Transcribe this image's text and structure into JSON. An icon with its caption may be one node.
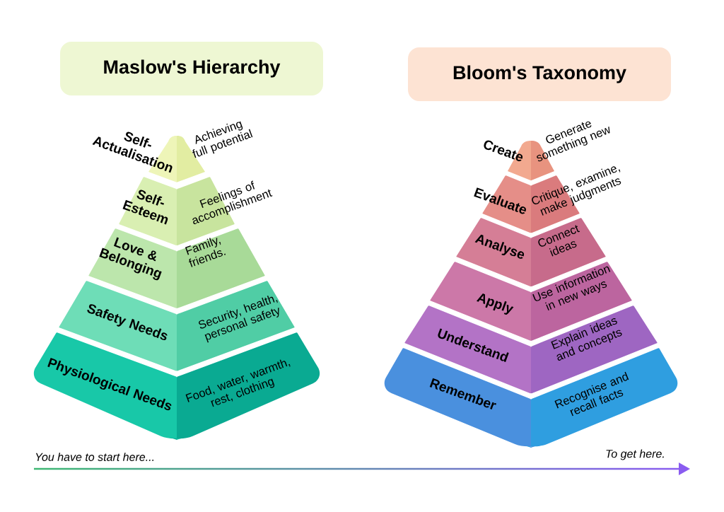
{
  "diagram": {
    "nodes": [
      {
        "text": [
          "Maslow's Hierarchy"
        ]
      },
      {
        "text": [
          "Self-Actualisation",
          "Achieving full potential"
        ]
      },
      {
        "text": [
          "Self-Esteem",
          "Feelings of accomplishment"
        ]
      },
      {
        "text": [
          "Love & Belonging",
          "Family, friends."
        ]
      },
      {
        "text": [
          "Safety Needs",
          "Security, health, personal safety"
        ]
      },
      {
        "text": [
          "Physiological Needs",
          "Food, water, warmth, rest, clothing"
        ]
      },
      {
        "text": [
          "Bloom's Taxonomy"
        ]
      },
      {
        "text": [
          "Create",
          "Generate something new"
        ]
      },
      {
        "text": [
          "Evaluate",
          "Critique, examine, make judgments"
        ]
      },
      {
        "text": [
          "Analyse",
          "Connect ideas"
        ]
      },
      {
        "text": [
          "Apply",
          "Use information in new ways"
        ]
      },
      {
        "text": [
          "Understand",
          "Explain ideas and concepts"
        ]
      },
      {
        "text": [
          "Remember",
          "Recognise and recall facts"
        ]
      }
    ],
    "labels": [
      "You have to start here...",
      "To get here."
    ]
  }
}
